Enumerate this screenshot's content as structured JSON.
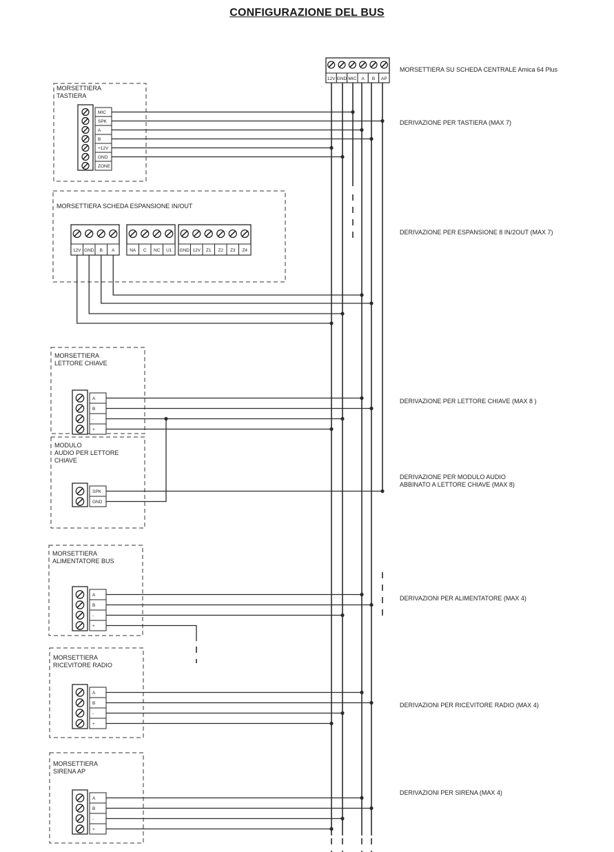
{
  "title": "CONFIGURAZIONE DEL BUS",
  "central": {
    "label": "MORSETTIERA SU SCHEDA CENTRALE Amica 64 Plus",
    "terminals": [
      "12V",
      "GND",
      "MIC",
      "A",
      "B",
      "AP"
    ]
  },
  "keypad": {
    "label_lines": [
      "MORSETTIERA",
      "TASTIERA"
    ],
    "terminals": [
      "MIC",
      "SPK",
      "A",
      "B",
      "+12V",
      "GND",
      "ZONE"
    ],
    "derivation": "DERIVAZIONE PER TASTIERA (MAX 7)"
  },
  "expansion": {
    "label": "MORSETTIERA SCHEDA ESPANSIONE IN/OUT",
    "group1": [
      "12V",
      "GND",
      "B",
      "A"
    ],
    "group2": [
      "NA",
      "C",
      "NC",
      "U1"
    ],
    "group3": [
      "GND",
      "12V",
      "Z1",
      "Z2",
      "Z3",
      "Z4"
    ],
    "derivation": "DERIVAZIONE PER ESPANSIONE 8 IN/2OUT (MAX 7)"
  },
  "key_reader": {
    "label_lines": [
      "MORSETTIERA",
      "LETTORE CHIAVE"
    ],
    "terminals": [
      "A",
      "B",
      "-",
      "+"
    ],
    "derivation": "DERIVAZIONE PER LETTORE CHIAVE (MAX 8 )"
  },
  "audio_module": {
    "label_lines": [
      "MODULO",
      "AUDIO PER LETTORE",
      "CHIAVE"
    ],
    "terminals": [
      "SPK",
      "GND"
    ],
    "derivation_lines": [
      "DERIVAZIONE PER MODULO AUDIO",
      "ABBINATO A LETTORE CHIAVE (MAX 8)"
    ]
  },
  "power_supply": {
    "label_lines": [
      "MORSETTIERA",
      "ALIMENTATORE BUS"
    ],
    "terminals": [
      "A",
      "B",
      "-",
      "+"
    ],
    "derivation": "DERIVAZIONI  PER ALIMENTATORE (MAX 4)"
  },
  "radio_receiver": {
    "label_lines": [
      "MORSETTIERA",
      "RICEVITORE RADIO"
    ],
    "terminals": [
      "A",
      "B",
      "-",
      "+"
    ],
    "derivation": "DERIVAZIONI  PER RICEVITORE RADIO (MAX 4)"
  },
  "siren": {
    "label_lines": [
      "MORSETTIERA",
      "SIRENA AP"
    ],
    "terminals": [
      "A",
      "B",
      "-",
      "+"
    ],
    "derivation": "DERIVAZIONI PER SIRENA (MAX 4)"
  }
}
